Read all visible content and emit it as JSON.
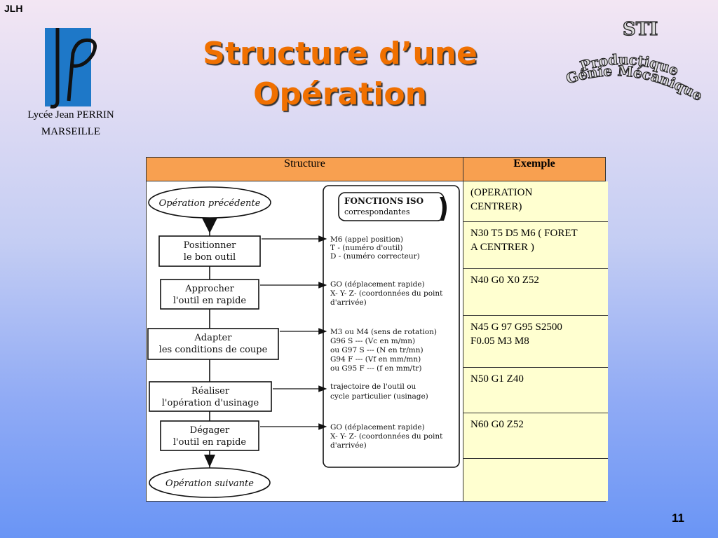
{
  "header": {
    "author": "JLH",
    "school_line1": "Lycée Jean PERRIN",
    "school_line2": "MARSEILLE",
    "title_line1": "Structure d’une",
    "title_line2": "Opération"
  },
  "sti_logo": {
    "top": "STI",
    "middle": "Productique",
    "bottom": "Génie Mécanique"
  },
  "table": {
    "headers": [
      "Structure",
      "Exemple"
    ],
    "examples": [
      [
        "(OPERATION",
        "CENTRER)"
      ],
      [
        "N30 T5 D5 M6 ( FORET",
        "A CENTRER )"
      ],
      [
        "N40 G0 X0 Z52"
      ],
      [
        "N45 G 97 G95 S2500",
        "F0.05 M3 M8"
      ],
      [
        "N50 G1 Z40"
      ],
      [
        "N60 G0 Z52"
      ],
      []
    ]
  },
  "diagram": {
    "start": "Opération   précédente",
    "end": "Opération   suivante",
    "steps": [
      [
        "Positionner",
        "le  bon  outil"
      ],
      [
        "Approcher",
        "l'outil  en  rapide"
      ],
      [
        "Adapter",
        "les  conditions  de  coupe"
      ],
      [
        "Réaliser",
        "l'opération  d'usinage"
      ],
      [
        "Dégager",
        "l'outil  en  rapide"
      ]
    ],
    "iso_title_1": "FONCTIONS  ISO",
    "iso_title_2": "correspondantes",
    "iso_groups": [
      [
        "M6 (appel position)",
        "T - (numéro d'outil)",
        "D - (numéro correcteur)"
      ],
      [
        "GO (déplacement rapide)",
        "X- Y- Z- (coordonnées du point",
        "d'arrivée)"
      ],
      [
        "M3 ou M4 (sens de rotation)",
        "G96 S ---  (Vc en m/mn)",
        "ou G97 S ---  (N en tr/mn)",
        "G94 F ---  (Vf en mm/mn)",
        "ou G95 F ---  (f en mm/tr)"
      ],
      [
        "trajectoire de l'outil ou",
        "cycle particulier (usinage)"
      ],
      [
        "GO (déplacement rapide)",
        "X- Y- Z- (coordonnées du point",
        "d'arrivée)"
      ]
    ]
  },
  "page_number": "11",
  "colors": {
    "title": "#f07000",
    "table_header": "#f8a050",
    "example_cell": "#ffffd0"
  }
}
